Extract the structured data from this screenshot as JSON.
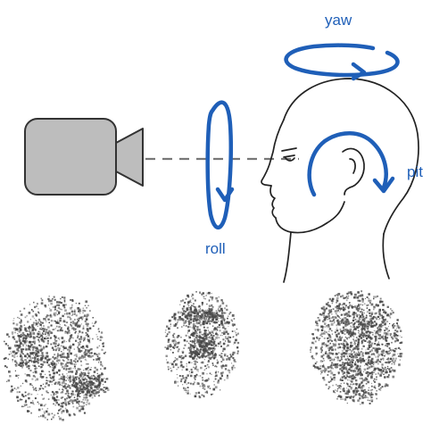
{
  "labels": {
    "yaw": "yaw",
    "roll": "roll",
    "pitch": "pit"
  },
  "icons": {
    "camera": "video-camera-icon",
    "head": "head-profile-icon"
  },
  "colors": {
    "accent": "#1f5fb8",
    "camera_fill": "#bdbdbd",
    "camera_stroke": "#333333",
    "line": "#222222",
    "dashed": "#777777",
    "noise": "#4a4a4a"
  },
  "panels": [
    {
      "name": "event-frame-roll"
    },
    {
      "name": "event-frame-pitch"
    },
    {
      "name": "event-frame-yaw"
    }
  ]
}
